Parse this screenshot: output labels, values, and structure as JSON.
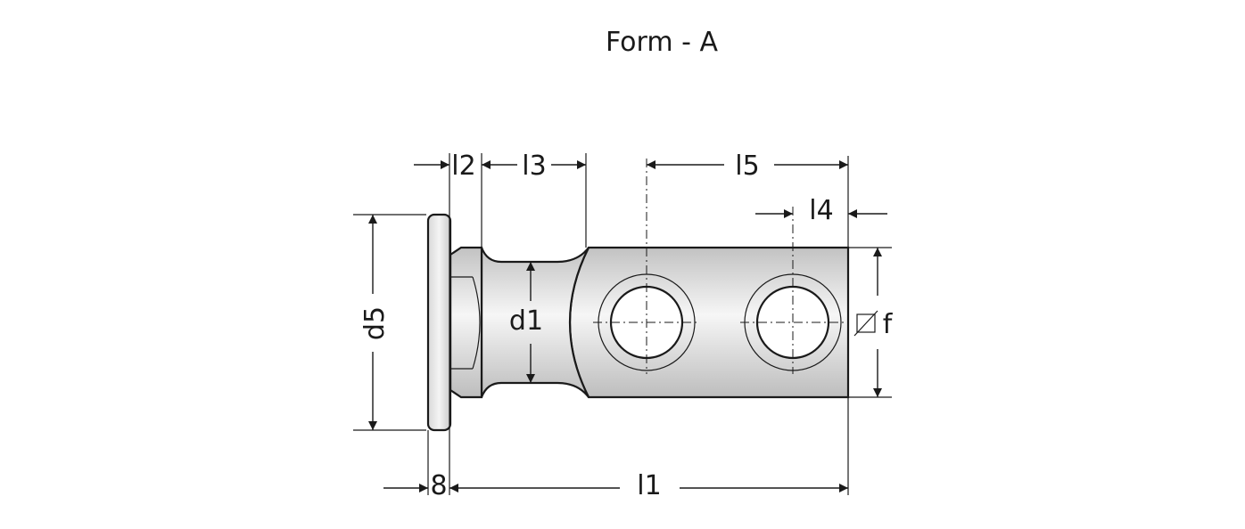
{
  "title": "Form - A",
  "dimensions": {
    "l2": "l2",
    "l3": "l3",
    "l5": "l5",
    "l4": "l4",
    "d5": "d5",
    "d1": "d1",
    "f": "f",
    "square_symbol": "☐",
    "l1": "l1",
    "flange": "8"
  },
  "colors": {
    "body_light": "#f4f4f4",
    "body_dark": "#c6c6c6",
    "outline": "#1a1a1a"
  }
}
